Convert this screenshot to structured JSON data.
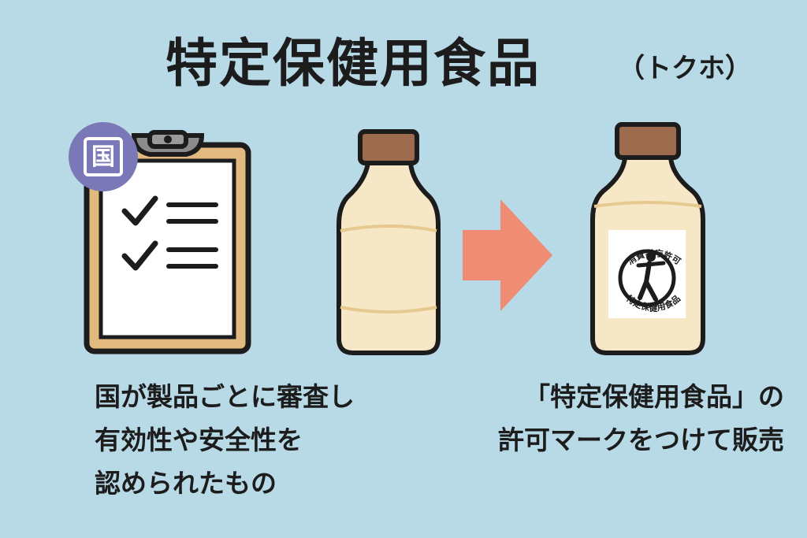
{
  "header": {
    "title": "特定保健用食品",
    "subtitle": "（トクホ）"
  },
  "clipboard": {
    "badge": "国"
  },
  "seal": {
    "top_text": "消費者庁許可",
    "bottom_text": "特定保健用食品"
  },
  "captions": {
    "left": [
      "国が製品ごとに審査し",
      "有効性や安全性を",
      "認められたもの"
    ],
    "right": [
      "「特定保健用食品」の",
      "許可マークをつけて販売"
    ]
  },
  "colors": {
    "background": "#b8d9e6",
    "clipboard_frame": "#e2b97f",
    "badge": "#7b78b8",
    "bottle": "#f6e7c6",
    "cap": "#9c6b4e",
    "arrow": "#f08b74",
    "outline": "#1c1c1c"
  },
  "icons": [
    "clipboard-icon",
    "checkmark-icon",
    "bottle-icon",
    "arrow-right-icon",
    "tokuho-seal-icon",
    "person-figure-icon"
  ]
}
